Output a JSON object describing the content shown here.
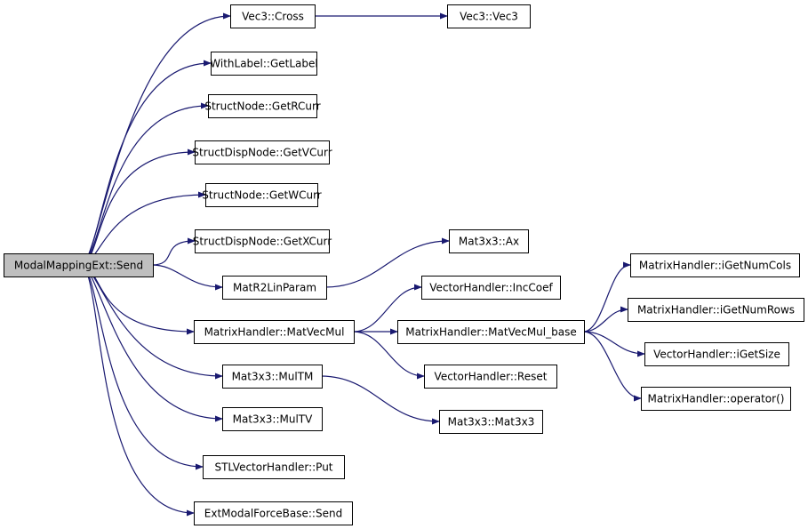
{
  "colors": {
    "edge": "#191970",
    "root_fill": "#bfbfbf",
    "node_fill": "#ffffff",
    "border": "#000000",
    "background": "#ffffff"
  },
  "root": "ModalMappingExt::Send",
  "nodes": {
    "root": "ModalMappingExt::Send",
    "vec3_cross": "Vec3::Cross",
    "vec3_vec3": "Vec3::Vec3",
    "withlabel_getlabel": "WithLabel::GetLabel",
    "structnode_getrcurr": "StructNode::GetRCurr",
    "structdispnode_getvcurr": "StructDispNode::GetVCurr",
    "structnode_getwcurr": "StructNode::GetWCurr",
    "structdispnode_getxcurr": "StructDispNode::GetXCurr",
    "matr2linparam": "MatR2LinParam",
    "mat3x3_ax": "Mat3x3::Ax",
    "matrixhandler_matvecmul": "MatrixHandler::MatVecMul",
    "vectorhandler_inccoef": "VectorHandler::IncCoef",
    "matrixhandler_matvecmul_base": "MatrixHandler::MatVecMul_base",
    "vectorhandler_reset": "VectorHandler::Reset",
    "matrixhandler_igetnumcols": "MatrixHandler::iGetNumCols",
    "matrixhandler_igetnumrows": "MatrixHandler::iGetNumRows",
    "vectorhandler_igetsize": "VectorHandler::iGetSize",
    "matrixhandler_operator": "MatrixHandler::operator()",
    "mat3x3_multm": "Mat3x3::MulTM",
    "mat3x3_mat3x3": "Mat3x3::Mat3x3",
    "mat3x3_multv": "Mat3x3::MulTV",
    "stlvectorhandler_put": "STLVectorHandler::Put",
    "extmodalforcebase_send": "ExtModalForceBase::Send"
  },
  "edges": [
    [
      "root",
      "vec3_cross"
    ],
    [
      "vec3_cross",
      "vec3_vec3"
    ],
    [
      "root",
      "withlabel_getlabel"
    ],
    [
      "root",
      "structnode_getrcurr"
    ],
    [
      "root",
      "structdispnode_getvcurr"
    ],
    [
      "root",
      "structnode_getwcurr"
    ],
    [
      "root",
      "structdispnode_getxcurr"
    ],
    [
      "root",
      "matr2linparam"
    ],
    [
      "matr2linparam",
      "mat3x3_ax"
    ],
    [
      "root",
      "matrixhandler_matvecmul"
    ],
    [
      "matrixhandler_matvecmul",
      "vectorhandler_inccoef"
    ],
    [
      "matrixhandler_matvecmul",
      "matrixhandler_matvecmul_base"
    ],
    [
      "matrixhandler_matvecmul",
      "vectorhandler_reset"
    ],
    [
      "matrixhandler_matvecmul_base",
      "matrixhandler_igetnumcols"
    ],
    [
      "matrixhandler_matvecmul_base",
      "matrixhandler_igetnumrows"
    ],
    [
      "matrixhandler_matvecmul_base",
      "vectorhandler_igetsize"
    ],
    [
      "matrixhandler_matvecmul_base",
      "matrixhandler_operator"
    ],
    [
      "root",
      "mat3x3_multm"
    ],
    [
      "mat3x3_multm",
      "mat3x3_mat3x3"
    ],
    [
      "root",
      "mat3x3_multv"
    ],
    [
      "root",
      "stlvectorhandler_put"
    ],
    [
      "root",
      "extmodalforcebase_send"
    ]
  ]
}
